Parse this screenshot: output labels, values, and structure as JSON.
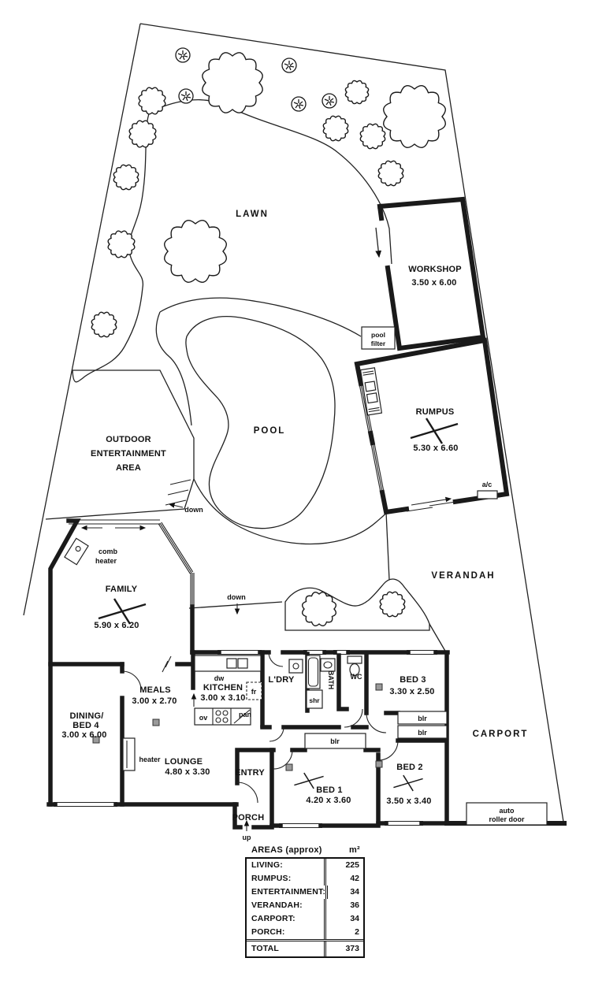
{
  "plan": {
    "site": {
      "lawn": "LAWN",
      "pool": "POOL",
      "verandah": "VERANDAH",
      "pool_filter_line1": "pool",
      "pool_filter_line2": "filter"
    },
    "rooms": {
      "workshop": {
        "name": "WORKSHOP",
        "dims": "3.50 x 6.00"
      },
      "rumpus": {
        "name": "RUMPUS",
        "dims": "5.30 x 6.60"
      },
      "outdoor": {
        "line1": "OUTDOOR",
        "line2": "ENTERTAINMENT",
        "line3": "AREA"
      },
      "family": {
        "name": "FAMILY",
        "dims": "5.90 x 6.20"
      },
      "meals": {
        "name": "MEALS",
        "dims": "3.00 x 2.70"
      },
      "kitchen": {
        "name": "KITCHEN",
        "dims": "3.00 x 3.10"
      },
      "laundry": {
        "name": "L'DRY"
      },
      "bath": {
        "name": "BATH"
      },
      "wc": {
        "name": "WC"
      },
      "bed1": {
        "name": "BED 1",
        "dims": "4.20 x 3.60"
      },
      "bed2": {
        "name": "BED 2",
        "dims": "3.50 x 3.40"
      },
      "bed3": {
        "name": "BED 3",
        "dims": "3.30 x 2.50"
      },
      "dining": {
        "line1": "DINING/",
        "line2": "BED 4",
        "dims": "3.00 x 6.00"
      },
      "lounge": {
        "name": "LOUNGE",
        "dims": "4.80 x 3.30"
      },
      "entry": {
        "name": "ENTRY"
      },
      "porch": {
        "name": "PORCH"
      },
      "carport": {
        "name": "CARPORT"
      }
    },
    "fixtures": {
      "dw": "dw",
      "fr": "fr",
      "ov": "ov",
      "pan": "pan",
      "shr": "shr",
      "blr": "blr",
      "heater": "heater",
      "comb_line1": "comb",
      "comb_line2": "heater",
      "ac": "a/c",
      "roller_line1": "auto",
      "roller_line2": "roller door"
    },
    "annotations": {
      "down": "down",
      "up": "up"
    }
  },
  "areas_table": {
    "title": "AREAS (approx)",
    "unit": "m²",
    "rows": [
      {
        "label": "LIVING:",
        "value": "225"
      },
      {
        "label": "RUMPUS:",
        "value": "42"
      },
      {
        "label": "ENTERTAINMENT:",
        "value": "34"
      },
      {
        "label": "VERANDAH:",
        "value": "36"
      },
      {
        "label": "CARPORT:",
        "value": "34"
      },
      {
        "label": "PORCH:",
        "value": "2"
      }
    ],
    "total_label": "TOTAL",
    "total_value": "373"
  }
}
